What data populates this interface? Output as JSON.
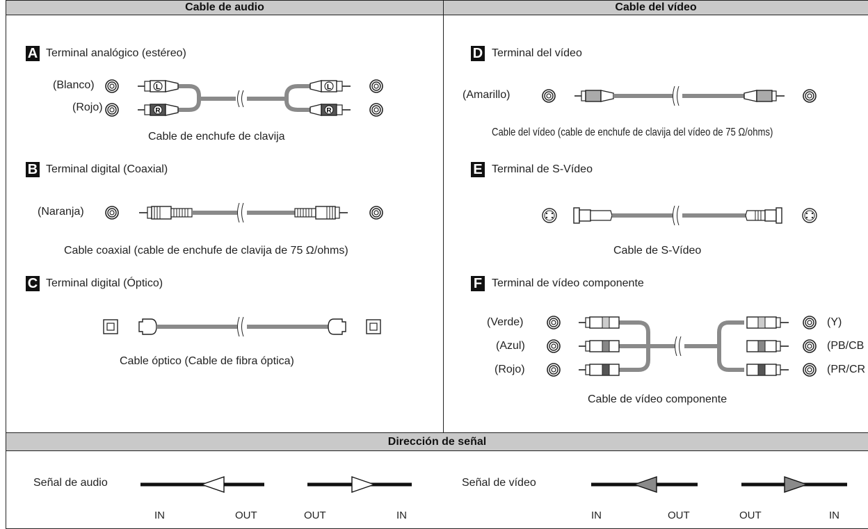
{
  "headers": {
    "audio": "Cable de audio",
    "video": "Cable del vídeo",
    "direction": "Dirección de señal"
  },
  "audio": {
    "A": {
      "badge": "A",
      "title": "Terminal analógico (estéreo)",
      "labels": [
        "(Blanco)",
        "(Rojo)"
      ],
      "plug_marks": [
        "L",
        "R"
      ],
      "caption": "Cable de enchufe de clavija"
    },
    "B": {
      "badge": "B",
      "title": "Terminal digital (Coaxial)",
      "labels": [
        "(Naranja)"
      ],
      "caption": "Cable coaxial (cable de enchufe de clavija de 75 Ω/ohms)"
    },
    "C": {
      "badge": "C",
      "title": "Terminal digital (Óptico)",
      "caption": "Cable óptico (Cable de fibra óptica)"
    }
  },
  "video": {
    "D": {
      "badge": "D",
      "title": "Terminal del vídeo",
      "labels": [
        "(Amarillo)"
      ],
      "caption": "Cable del vídeo (cable de enchufe de clavija del vídeo de 75 Ω/ohms)"
    },
    "E": {
      "badge": "E",
      "title": "Terminal de S-Vídeo",
      "caption": "Cable de S-Vídeo"
    },
    "F": {
      "badge": "F",
      "title": "Terminal de vídeo componente",
      "labels_left": [
        "(Verde)",
        "(Azul)",
        "(Rojo)"
      ],
      "labels_right": [
        "(Y)",
        "(PB/CB",
        "(PR/CR"
      ],
      "caption": "Cable de vídeo componente"
    }
  },
  "signal": {
    "audio_label": "Señal de audio",
    "video_label": "Señal de vídeo",
    "in": "IN",
    "out": "OUT"
  },
  "colors": {
    "header_bg": "#c9c9c9",
    "cable": "#8a8a8a",
    "video_arrow_fill": "#8a8a8a"
  }
}
